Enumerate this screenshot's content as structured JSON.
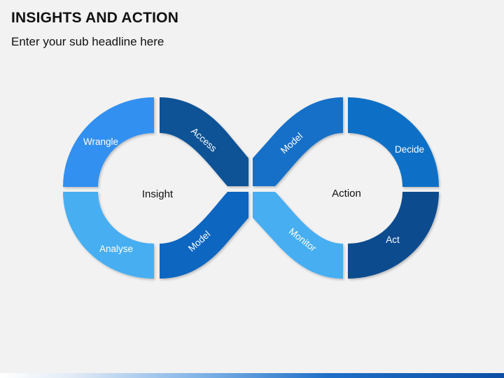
{
  "slide": {
    "title": "INSIGHTS AND ACTION",
    "subtitle": "Enter your sub headline here"
  },
  "diagram": {
    "left_loop": {
      "center_label": "Insight",
      "segments": [
        {
          "label": "Wrangle",
          "color": "#3390f0"
        },
        {
          "label": "Access",
          "color": "#0d5296"
        },
        {
          "label": "Analyse",
          "color": "#47aef2"
        },
        {
          "label": "Model",
          "color": "#1066c0"
        }
      ]
    },
    "right_loop": {
      "center_label": "Action",
      "segments": [
        {
          "label": "Model",
          "color": "#1670c8"
        },
        {
          "label": "Decide",
          "color": "#0d6fc6"
        },
        {
          "label": "Monitor",
          "color": "#47aef2"
        },
        {
          "label": "Act",
          "color": "#0d4b8f"
        }
      ]
    }
  }
}
